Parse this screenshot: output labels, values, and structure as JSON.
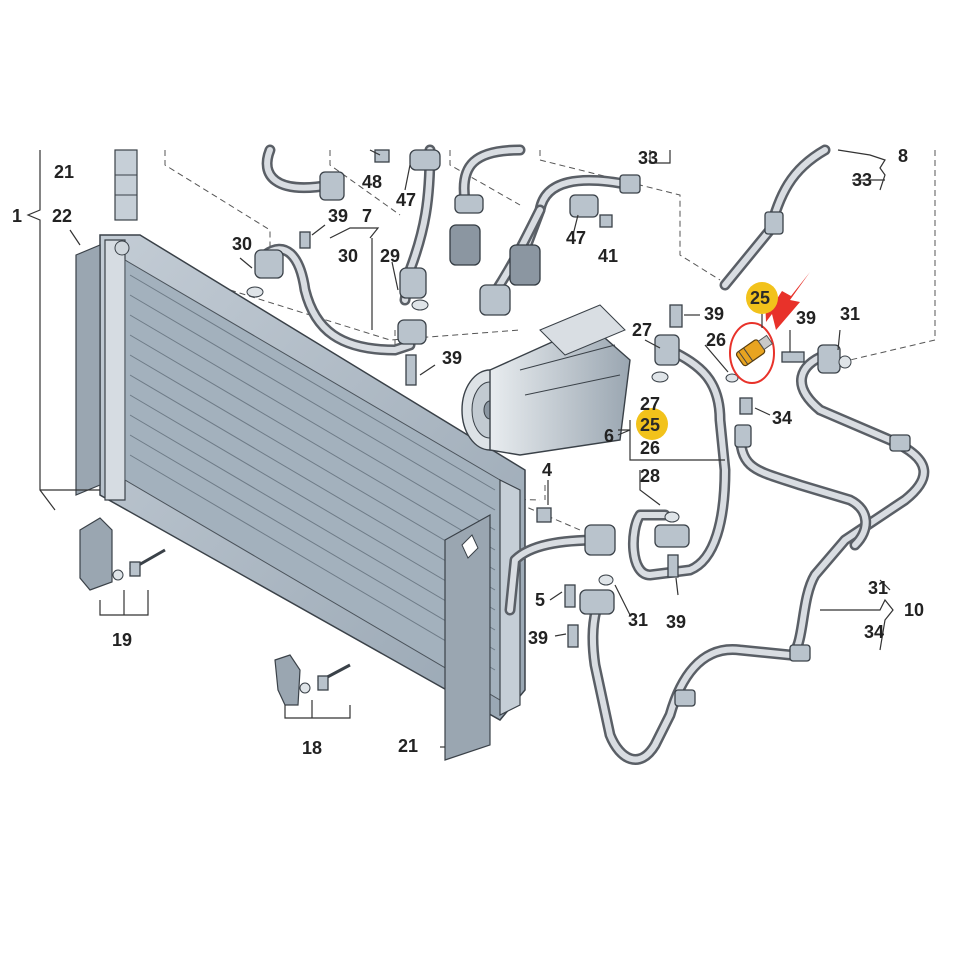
{
  "labels": {
    "l21a": "21",
    "l1": "1",
    "l22": "22",
    "l30a": "30",
    "l39a": "39",
    "l7": "7",
    "l30b": "30",
    "l29": "29",
    "l48": "48",
    "l47a": "47",
    "l47b": "47",
    "l41": "41",
    "l33a": "33",
    "l8": "8",
    "l33b": "33",
    "l39b": "39",
    "l39c": "39",
    "l27a": "27",
    "l26a": "26",
    "l39d": "39",
    "l31a": "31",
    "l34a": "34",
    "l27b": "27",
    "l26b": "26",
    "l6": "6",
    "l28": "28",
    "l4": "4",
    "l5": "5",
    "l31b": "31",
    "l39e": "39",
    "l39f": "39",
    "l31c": "31",
    "l10": "10",
    "l34b": "34",
    "l19": "19",
    "l18": "18",
    "l21b": "21"
  },
  "highlight_labels": {
    "h25a": "25",
    "h25b": "25"
  },
  "colors": {
    "highlight_badge": "#f2c21b",
    "pointer_arrow": "#e8322a",
    "callout_circle": "#e8322a",
    "sensor_body": "#e8a420",
    "condenser_fill": "#a7b4c0",
    "line_art": "#3a4148"
  }
}
